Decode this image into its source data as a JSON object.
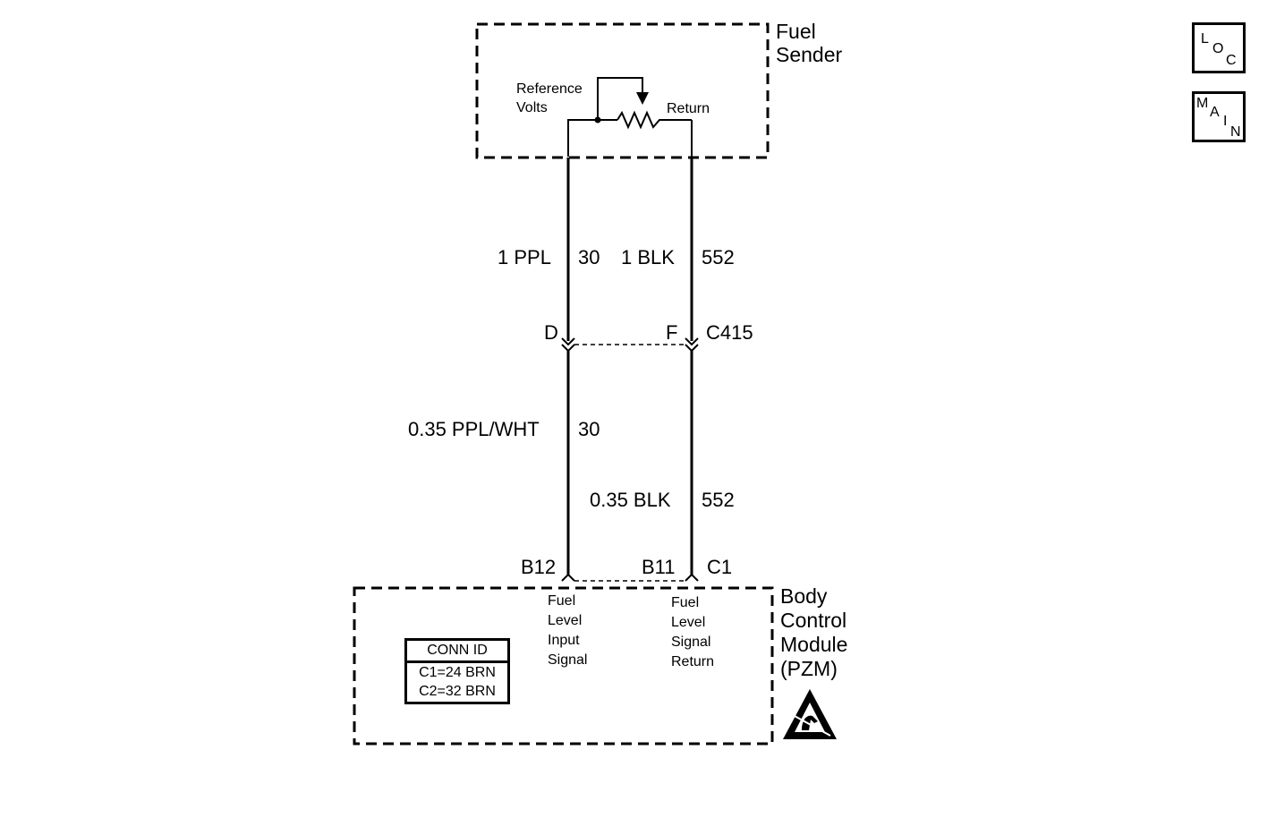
{
  "fuel_sender": {
    "title_line1": "Fuel",
    "title_line2": "Sender",
    "reference_line1": "Reference",
    "reference_line2": "Volts",
    "return_label": "Return"
  },
  "wires": {
    "upper_left_gauge_color": "1 PPL",
    "upper_left_circuit": "30",
    "upper_right_gauge_color": "1 BLK",
    "upper_right_circuit": "552",
    "lower_left_gauge_color": "0.35 PPL/WHT",
    "lower_left_circuit": "30",
    "lower_right_gauge_color": "0.35 BLK",
    "lower_right_circuit": "552"
  },
  "connector_c415": {
    "pin_left": "D",
    "pin_right": "F",
    "name": "C415"
  },
  "connector_c1": {
    "pin_left": "B12",
    "pin_right": "B11",
    "name": "C1"
  },
  "bcm": {
    "title_line1": "Body",
    "title_line2": "Control",
    "title_line3": "Module",
    "title_line4": "(PZM)",
    "input_signal": [
      "Fuel",
      "Level",
      "Input",
      "Signal"
    ],
    "signal_return": [
      "Fuel",
      "Level",
      "Signal",
      "Return"
    ],
    "conn_id_header": "CONN ID",
    "conn_id_row1": "C1=24 BRN",
    "conn_id_row2": "C2=32 BRN",
    "esd_icon": "esd-warning-icon"
  },
  "nav": {
    "loc": [
      "L",
      "O",
      "C"
    ],
    "main": [
      "M",
      "A",
      "I",
      "N"
    ]
  }
}
